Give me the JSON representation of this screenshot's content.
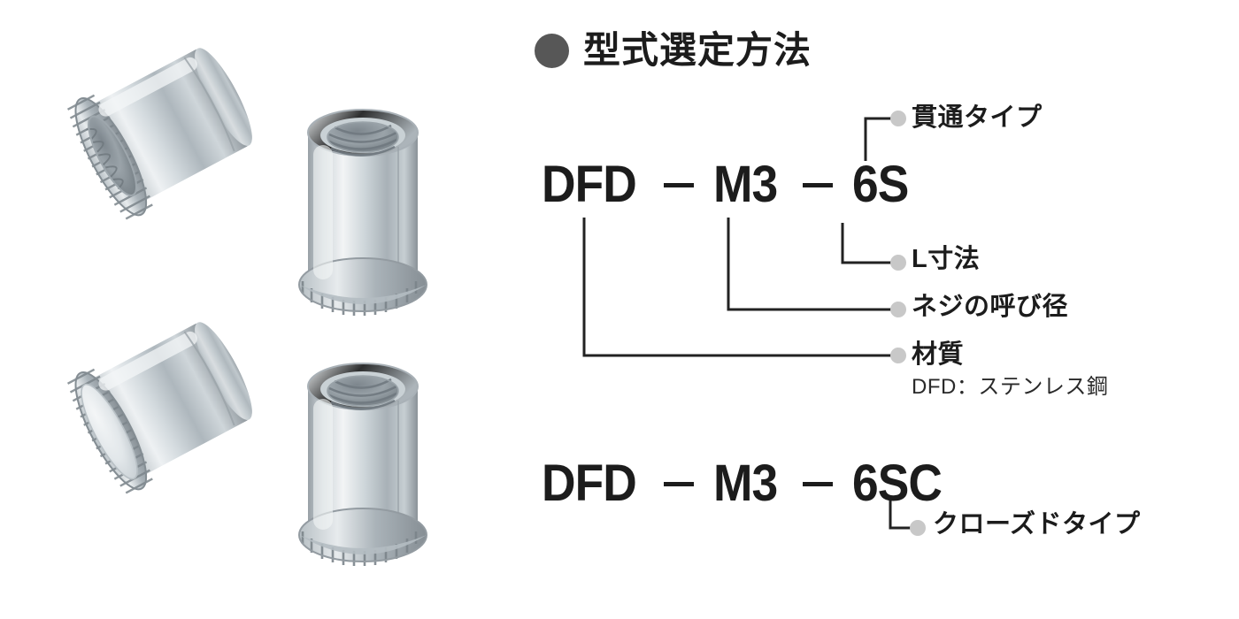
{
  "heading": {
    "bullet_icon": "filled-circle-bullet",
    "text": "型式選定方法",
    "bullet_color": "#575757"
  },
  "part_numbers": [
    {
      "id": "through-type",
      "segments": [
        "DFD",
        "M3",
        "6S"
      ],
      "separator": "—"
    },
    {
      "id": "closed-type",
      "segments": [
        "DFD",
        "M3",
        "6SC"
      ],
      "separator": "—"
    }
  ],
  "callouts": {
    "through_type": {
      "label": "貫通タイプ"
    },
    "l_dimension": {
      "label": "L寸法"
    },
    "thread_diameter": {
      "label": "ネジの呼び径"
    },
    "material": {
      "label": "材質",
      "sub": "DFD：ステンレス鋼"
    },
    "closed_type": {
      "label": "クローズドタイプ"
    }
  },
  "photos": [
    {
      "id": "through-type-standoff-pair",
      "alt": "貫通タイプ セルフクリンチングスペーサー 製品写真"
    },
    {
      "id": "closed-type-standoff-pair",
      "alt": "クローズドタイプ セルフクリンチングスペーサー 製品写真"
    }
  ],
  "colors": {
    "text": "#1c1c1c",
    "bullet": "#575757",
    "leader_dot": "#c8c8c8",
    "leader_line": "#222222",
    "background": "#ffffff"
  }
}
